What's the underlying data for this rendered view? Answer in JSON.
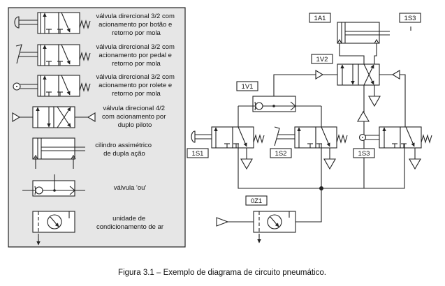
{
  "legend": {
    "items": [
      {
        "lines": [
          "válvula dirercional 3/2 com",
          "acionamento por  botão e",
          "retorno por mola"
        ]
      },
      {
        "lines": [
          "válvula dirercional 3/2 com",
          "acionamento por  pedal e",
          "retorno por mola"
        ]
      },
      {
        "lines": [
          "válvula dirercional 3/2 com",
          "acionamento por  rolete e",
          "retorno por mola"
        ]
      },
      {
        "lines": [
          "válvula direcional 4/2",
          "com acionamento por",
          "duplo piloto"
        ]
      },
      {
        "lines": [
          "cilindro assimétrico",
          "de dupla ação"
        ]
      },
      {
        "lines": [
          "válvula 'ou'"
        ]
      },
      {
        "lines": [
          "unidade de",
          "condicionamento de ar"
        ]
      }
    ]
  },
  "circuit": {
    "tags": {
      "cylinder": "1A1",
      "limit_sensor": "1S3",
      "main_valve": "1V2",
      "or_valve": "1V1",
      "button_valve": "1S1",
      "pedal_valve": "1S2",
      "roller_valve": "1S3",
      "air_unit": "0Z1"
    }
  },
  "caption": "Figura 3.1 – Exemplo de diagrama de circuito pneumático."
}
